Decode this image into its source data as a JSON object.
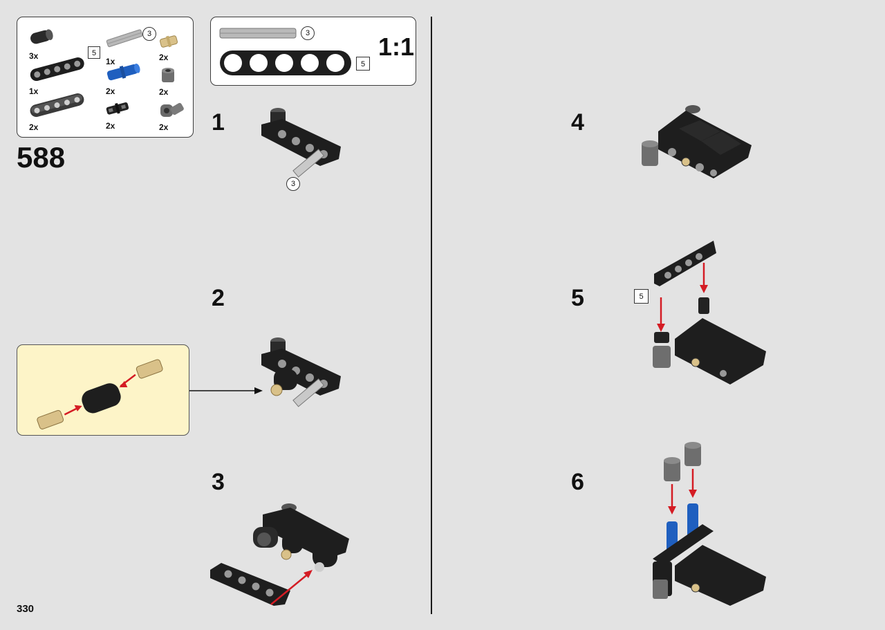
{
  "page": {
    "page_number": "330",
    "step_big": "588",
    "divider_color": "#1a1a1a"
  },
  "parts_list": {
    "items": [
      {
        "name": "connector-pin-black",
        "qty": "3x"
      },
      {
        "name": "beam-5-black",
        "qty": "1x",
        "badge": "5"
      },
      {
        "name": "beam-5-curved",
        "qty": "2x"
      },
      {
        "name": "axle-3-grey",
        "qty": "1x",
        "badge": "3"
      },
      {
        "name": "axle-pin-blue",
        "qty": "2x"
      },
      {
        "name": "pin-with-friction-black",
        "qty": "2x"
      },
      {
        "name": "pin-tan",
        "qty": "2x"
      },
      {
        "name": "bush-grey",
        "qty": "2x"
      },
      {
        "name": "connector-angled-grey",
        "qty": "2x"
      }
    ]
  },
  "scale_box": {
    "axle_badge": "3",
    "beam_badge": "5",
    "scale_label": "1:1"
  },
  "steps": [
    {
      "number": "1",
      "callout_badge": "3"
    },
    {
      "number": "2"
    },
    {
      "number": "3"
    },
    {
      "number": "4"
    },
    {
      "number": "5",
      "callout_badge": "5"
    },
    {
      "number": "6"
    }
  ],
  "colors": {
    "background": "#e3e3e3",
    "callout_bg": "#fdf4c8",
    "arrow_red": "#d41c24",
    "beam_black": "#1e1e1e",
    "axle_blue": "#1f5fbf",
    "pin_tan": "#d9c189",
    "bush_grey": "#6e6e6e"
  }
}
